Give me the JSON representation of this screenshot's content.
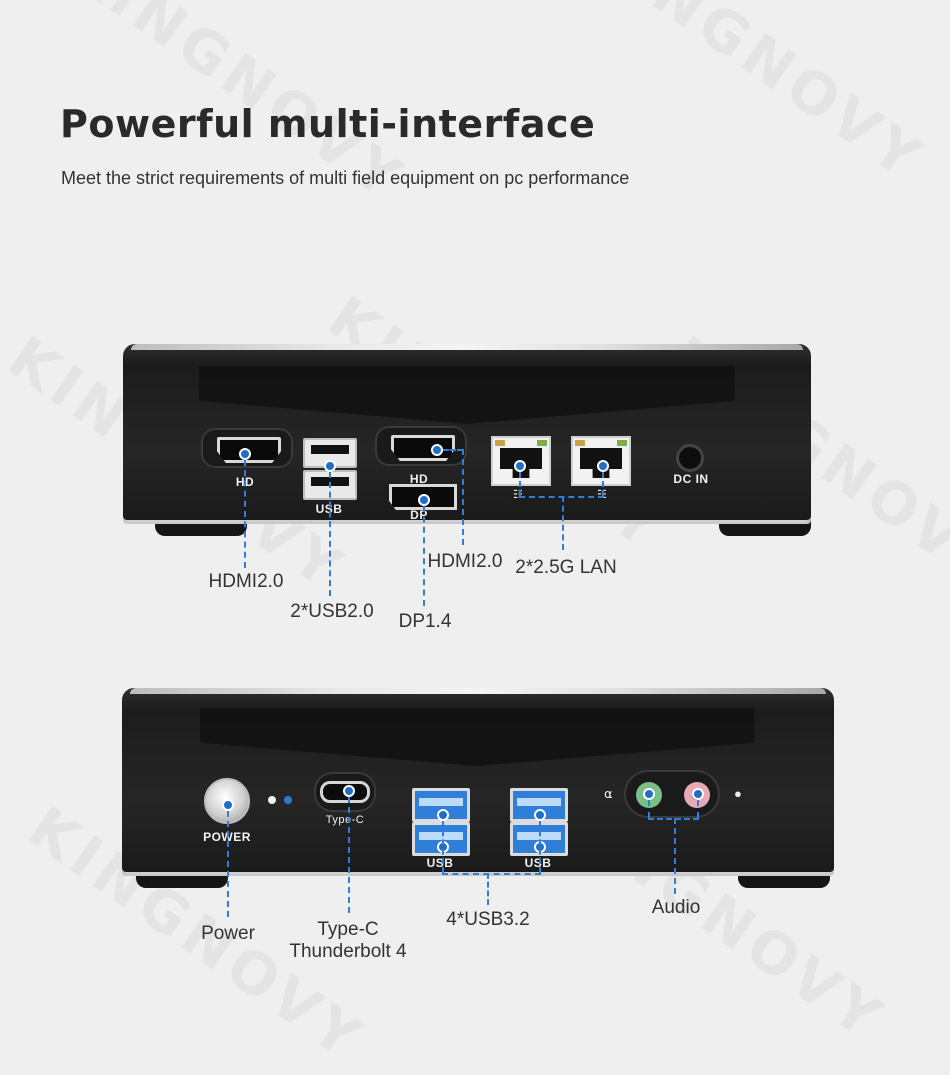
{
  "watermark": "KINGNOVY",
  "header": {
    "title": "Powerful multi-interface",
    "subtitle": "Meet the strict requirements of multi field equipment on pc performance"
  },
  "rear_panel": {
    "port_labels": {
      "hdmi_left": "HD",
      "usb": "USB",
      "hdmi_right": "HD",
      "dp": "DP",
      "dc_in": "DC IN"
    },
    "callouts": {
      "hdmi_left": "HDMI2.0",
      "usb2": "2*USB2.0",
      "dp": "DP1.4",
      "hdmi_right": "HDMI2.0",
      "lan": "2*2.5G LAN"
    }
  },
  "front_panel": {
    "port_labels": {
      "power": "POWER",
      "typec": "Type-C",
      "usb_left": "USB",
      "usb_right": "USB"
    },
    "callouts": {
      "power": "Power",
      "typec_line1": "Type-C",
      "typec_line2": "Thunderbolt 4",
      "usb3": "4*USB3.2",
      "audio": "Audio"
    }
  },
  "colors": {
    "accent": "#2f7ed8",
    "background": "#efefef",
    "audio_green": "#7bbf88",
    "audio_pink": "#e7a9b3"
  },
  "icons": [
    "headphone-icon",
    "microphone-icon",
    "network-icon",
    "power-icon"
  ]
}
